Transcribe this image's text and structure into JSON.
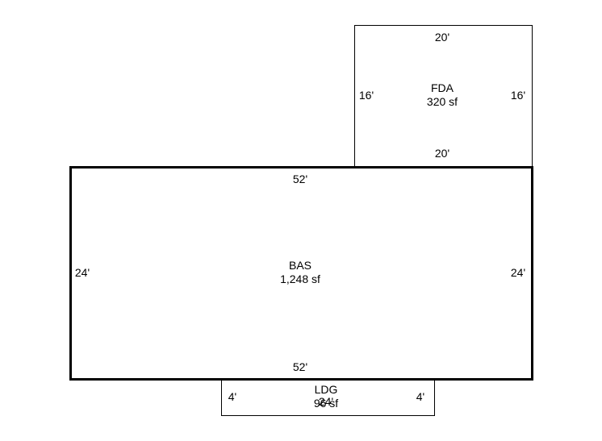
{
  "rooms": {
    "fda": {
      "code": "FDA",
      "area": "320 sf",
      "dim_top": "20'",
      "dim_bottom": "20'",
      "dim_left": "16'",
      "dim_right": "16'"
    },
    "bas": {
      "code": "BAS",
      "area": "1,248 sf",
      "dim_top": "52'",
      "dim_bottom": "52'",
      "dim_left": "24'",
      "dim_right": "24'"
    },
    "ldg": {
      "code": "LDG",
      "area": "96 sf",
      "dim_inner": "24'",
      "dim_left": "4'",
      "dim_right": "4'"
    }
  }
}
